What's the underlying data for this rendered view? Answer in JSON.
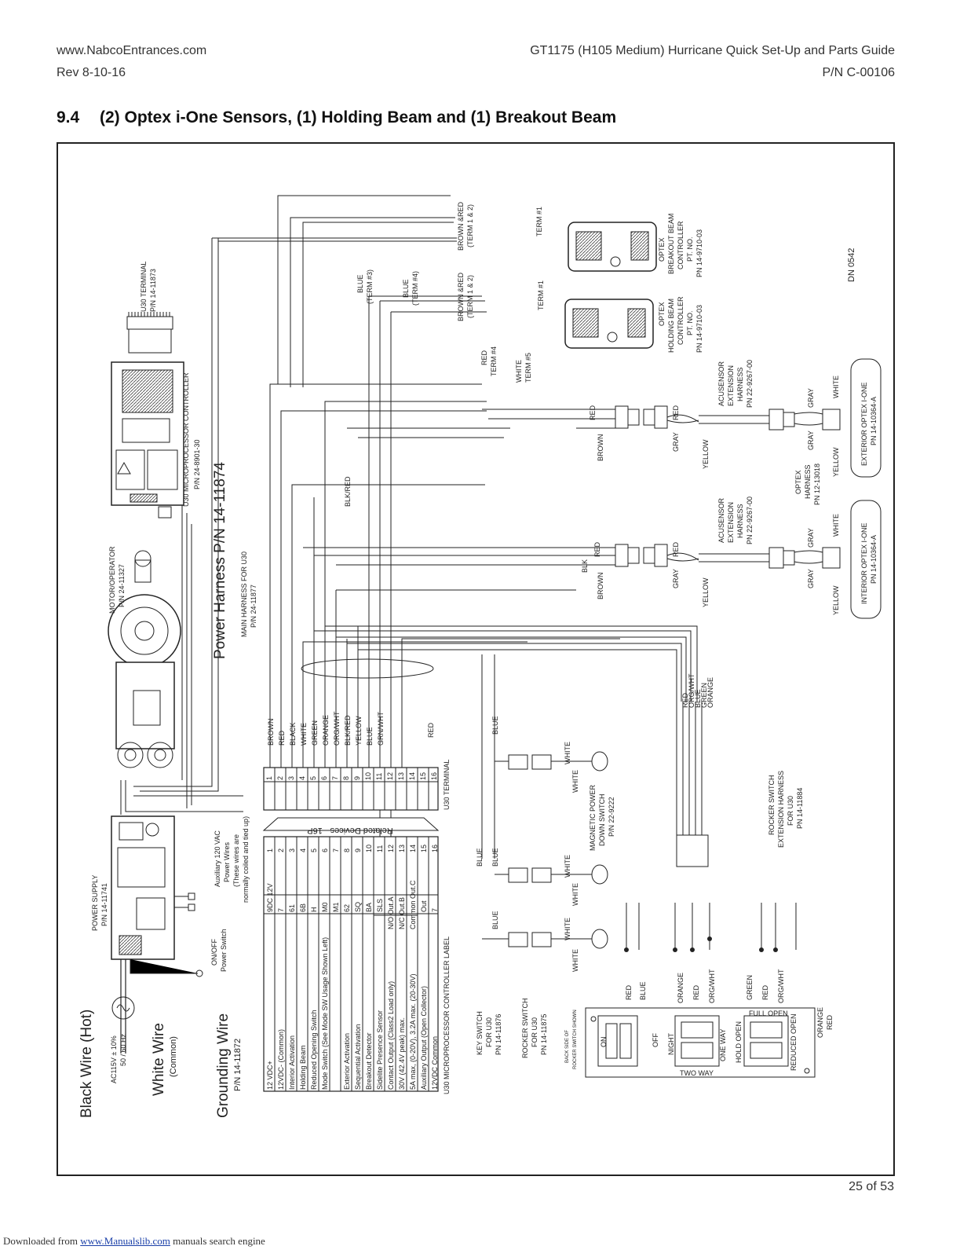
{
  "header": {
    "website": "www.NabcoEntrances.com",
    "guide_title": "GT1175 (H105 Medium) Hurricane Quick Set-Up and Parts Guide",
    "revision": "Rev 8-10-16",
    "part_number": "P/N C-00106"
  },
  "section": {
    "number": "9.4",
    "title": "(2) Optex i-One Sensors, (1) Holding Beam and (1) Breakout Beam"
  },
  "diagram": {
    "dn": "DN 0542",
    "u30_terminal": [
      "U30 TERMINAL",
      "P/N 14-11873"
    ],
    "u30_controller": [
      "U30 MICROPROCESSOR CONTROLLER",
      "P/N 24-8901-30"
    ],
    "motor": [
      "MOTOR/OPERATOR",
      "P/N 24-11327"
    ],
    "power_harness": "Power Harness P/N 14-11874",
    "main_harness": [
      "MAIN HARNESS FOR U30",
      "P/N 24-11877"
    ],
    "power_supply": [
      "POWER SUPPLY",
      "P/N 14-11741"
    ],
    "aux_power": [
      "Auxiliary 120 VAC",
      "Power Wires",
      "(These wires are",
      "normally coiled and tied up)"
    ],
    "onoff": [
      "ON/OFF",
      "Power Switch"
    ],
    "black_wire": "Black Wire (Hot)",
    "ac_spec": [
      "AC115V ± 10%",
      "50 / 60 Hz"
    ],
    "white_wire": [
      "White Wire",
      "(Common)"
    ],
    "grounding_wire": [
      "Grounding Wire",
      "P/N 14-11872"
    ],
    "related_devices": "Related Devices - 16P",
    "controller_label": "U30 MICROPROCESSOR CONTROLLER LABEL",
    "u30_terminal_label": "U30 TERMINAL",
    "terminal_numbers": [
      "1",
      "2",
      "3",
      "4",
      "5",
      "6",
      "7",
      "8",
      "9",
      "10",
      "11",
      "12",
      "13",
      "14",
      "15",
      "16"
    ],
    "terminal_wires": [
      "BROWN",
      "RED",
      "BLACK",
      "WHITE",
      "GREEN",
      "ORANGE",
      "ORG/WHT",
      "BLK/RED",
      "YELLOW",
      "BLUE",
      "GRN/WHT"
    ],
    "terminal_table": [
      {
        "desc": "12 VDC+",
        "code": "9DC 12V",
        "pin": "1"
      },
      {
        "desc": "12VDC- (Common)",
        "code": "7",
        "pin": "2"
      },
      {
        "desc": "Interior Activation",
        "code": "61",
        "pin": "3"
      },
      {
        "desc": "Holding Beam",
        "code": "6B",
        "pin": "4"
      },
      {
        "desc": "Reduced Opening Switch",
        "code": "H",
        "pin": "5"
      },
      {
        "desc": "Mode Switch (See Mode SW Usage Shown Left)",
        "code": "M0",
        "pin": "6"
      },
      {
        "desc": "",
        "code": "M1",
        "pin": "7"
      },
      {
        "desc": "Exterior Activation",
        "code": "62",
        "pin": "8"
      },
      {
        "desc": "Sequential Activation",
        "code": "SQ",
        "pin": "9"
      },
      {
        "desc": "Breakout Detector",
        "code": "BA",
        "pin": "10"
      },
      {
        "desc": "Sidelite Presence Sensor",
        "code": "SLS",
        "pin": "11"
      },
      {
        "desc": "Contact Output (Class2 Load only)",
        "code": "N/O  Out.A",
        "pin": "12"
      },
      {
        "desc": "30V (42.4V peak) max.",
        "code": "N/C  Out.B",
        "pin": "13"
      },
      {
        "desc": "5A max, (0-20V), 3.2A max. (20-30V)",
        "code": "Common  Out.C",
        "pin": "14"
      },
      {
        "desc": "Auxiliary Output (Open Collector)",
        "code": "Out",
        "pin": "15"
      },
      {
        "desc": "12VDC Common",
        "code": "7",
        "pin": "16"
      }
    ],
    "breakout_beam": [
      "OPTEX",
      "BREAKOUT BEAM",
      "CONTROLLER",
      "PT. NO.",
      "PN 14-9710-03"
    ],
    "holding_beam": [
      "OPTEX",
      "HOLDING BEAM",
      "CONTROLLER",
      "PT. NO.",
      "PN 14-9710-03"
    ],
    "term1": "TERM #1",
    "brown_red": [
      "BROWN &RED",
      "(TERM 1 & 2)"
    ],
    "blue_t3": [
      "BLUE",
      "(TERM #3)"
    ],
    "blue_t4": [
      "BLUE",
      "(TERM #4)"
    ],
    "red_t4": [
      "RED",
      "TERM #4"
    ],
    "white_t5": [
      "WHITE",
      "TERM #5"
    ],
    "blk_red": "BLK/RED",
    "acusensor": [
      "ACUSENSOR",
      "EXTENSION",
      "HARNESS",
      "PN 22-9267-00"
    ],
    "optex_harness": [
      "OPTEX",
      "HARNESS",
      "PN 12-13018"
    ],
    "exterior_ione": [
      "EXTERIOR OPTEX I-ONE",
      "PN 14-10364-A"
    ],
    "interior_ione": [
      "INTERIOR OPTEX I-ONE",
      "PN 14-10364-A"
    ],
    "wire_colors": {
      "red": "RED",
      "brown": "BROWN",
      "gray": "GRAY",
      "yellow": "YELLOW",
      "white": "WHITE",
      "blk": "BLK",
      "blue": "BLUE",
      "orange": "ORANGE",
      "green": "GREEN",
      "orgwht": "ORG/WHT",
      "grnwht": "GRN/WHT"
    },
    "rocker_bundle": [
      "RED",
      "ORG/WHT",
      "BLUE",
      "GREEN",
      "ORANGE"
    ],
    "mag_power": [
      "MAGNETIC POWER",
      "DOWN SWITCH",
      "P/N 22-9222"
    ],
    "rocker_ext": [
      "ROCKER SWITCH",
      "EXTENSION HARNESS",
      "FOR U30",
      "PN 14-11884"
    ],
    "key_switch": [
      "KEY SWITCH",
      "FOR U30",
      "PN 14-11876"
    ],
    "rocker_switch": [
      "ROCKER SWITCH",
      "FOR U30",
      "PN 14-11875"
    ],
    "back_side": [
      "BACK SIDE OF",
      "ROCKER SWITCH SHOWN"
    ],
    "switch_labels": {
      "on": "ON",
      "off": "OFF",
      "night": "NIGHT",
      "one_way": "ONE WAY",
      "two_way": "TWO WAY",
      "hold_open": "HOLD OPEN",
      "full_open": "FULL OPEN",
      "reduced_open": "REDUCED OPEN"
    }
  },
  "footer": {
    "page": "25 of 53",
    "download_prefix": "Downloaded from ",
    "download_link": "www.Manualslib.com",
    "download_suffix": " manuals search engine"
  }
}
